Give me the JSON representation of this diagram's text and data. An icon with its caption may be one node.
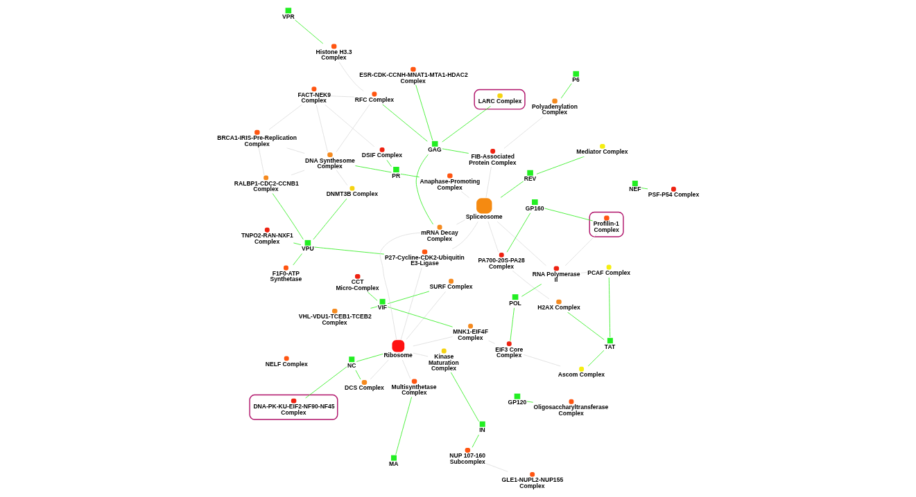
{
  "diagram": {
    "nodes": [
      {
        "text": [
          "VPU"
        ]
      },
      {
        "text": [
          "IN"
        ]
      },
      {
        "text": [
          "REV"
        ]
      },
      {
        "text": [
          "NC"
        ]
      },
      {
        "text": [
          "NEF"
        ]
      },
      {
        "text": [
          "GLE1-NUPL2-NUP155 Complex"
        ]
      },
      {
        "text": [
          "MA"
        ]
      },
      {
        "text": [
          "DNMT3B Complex"
        ]
      },
      {
        "text": [
          "Kinase Maturation Complex"
        ]
      },
      {
        "text": [
          "Multisynthetase Complex"
        ]
      },
      {
        "text": [
          "NELF Complex"
        ]
      },
      {
        "text": [
          "PSF-P54 Complex"
        ]
      },
      {
        "text": [
          "TNPO2-RAN-NXF1 Complex"
        ]
      },
      {
        "text": [],
        "shape": "box"
      },
      {
        "text": [
          "DNA-PK-KU-EIF2-NF90-NF45 Complex"
        ],
        "in": 13
      },
      {
        "text": [
          "NUP 107-160 Subcomplex"
        ]
      },
      {
        "text": [
          "P27-Cycline-CDK2-Ubiquitin E3-Ligase"
        ]
      },
      {
        "text": [
          "DCS Complex"
        ]
      },
      {
        "text": [
          "MNK1-EIF4F Complex"
        ]
      },
      {
        "text": [
          "F1F0-ATP Synthetase"
        ]
      },
      {
        "text": [
          "Anaphase-Promoting Complex"
        ]
      },
      {
        "text": [
          "Mediator Complex"
        ]
      },
      {
        "text": [
          "SURF Complex"
        ]
      },
      {
        "text": [
          "RALBP1-CDC2-CCNB1 Complex"
        ]
      },
      {
        "text": [
          "VIF"
        ]
      },
      {
        "text": [
          "PR"
        ]
      },
      {
        "text": [
          "DNA Synthesome Complex"
        ]
      },
      {
        "text": [
          "Ribosome"
        ]
      },
      {
        "text": [
          "Spliceosome"
        ]
      },
      {
        "text": [
          "ESR-CDK-CCNH-MNAT1-MTA1-HDAC2 Complex"
        ]
      },
      {
        "text": [
          "VHL-VDU1-TCEB1-TCEB2 Complex"
        ]
      },
      {
        "text": [
          "CCT Micro-Complex"
        ]
      },
      {
        "text": [
          "RNA Polymerase II"
        ]
      },
      {
        "text": [
          "DSIF Complex"
        ]
      },
      {
        "text": [
          "mRNA Decay Complex"
        ]
      },
      {
        "text": [
          "FIB-Associated Protein Complex"
        ]
      },
      {
        "text": [
          "BRCA1-IRIS-Pre-Replication Complex"
        ]
      },
      {
        "text": [],
        "shape": "box"
      },
      {
        "text": [
          "LARC Complex"
        ],
        "in": 37
      },
      {
        "text": [
          "EIF3 Core Complex"
        ]
      },
      {
        "text": [],
        "shape": "box"
      },
      {
        "text": [
          "Profilin-1 Complex"
        ],
        "in": 40
      },
      {
        "text": [
          "GP120"
        ]
      },
      {
        "text": [
          "RFC Complex"
        ]
      },
      {
        "text": [
          "PA700-20S-PA28 Complex"
        ]
      },
      {
        "text": [
          "H2AX Complex"
        ]
      },
      {
        "text": [
          "FACT-NEK9 Complex"
        ]
      },
      {
        "text": [
          "Ascom Complex"
        ]
      },
      {
        "text": [
          "Histone H3.3 Complex"
        ]
      },
      {
        "text": [
          "Polyadenylation Complex"
        ]
      },
      {
        "text": [
          "Oligosaccharyltransferase Complex"
        ]
      },
      {
        "text": [
          "POL"
        ]
      },
      {
        "text": [
          "PCAF Complex"
        ]
      },
      {
        "text": [
          "VPR"
        ]
      },
      {
        "text": [
          "GAG"
        ]
      },
      {
        "text": [
          "GP160"
        ]
      },
      {
        "text": [
          "TAT"
        ]
      },
      {
        "text": [
          "P6"
        ]
      }
    ],
    "edges": [
      {
        "from": 0,
        "to": 7,
        "arrow": "none",
        "color": "#33ee22"
      },
      {
        "from": 0,
        "to": 12,
        "arrow": "none",
        "color": "#33ee22"
      },
      {
        "from": 0,
        "to": 16,
        "arrow": "none",
        "color": "#33ee22"
      },
      {
        "from": 0,
        "to": 19,
        "arrow": "none",
        "color": "#33ee22"
      },
      {
        "from": 0,
        "to": 23,
        "arrow": "none",
        "color": "#33ee22"
      },
      {
        "from": 4,
        "to": 11,
        "arrow": "none",
        "color": "#33ee22"
      },
      {
        "from": 1,
        "to": 15,
        "arrow": "none",
        "color": "#33ee22"
      },
      {
        "from": 1,
        "to": 8,
        "arrow": "none",
        "color": "#33ee22"
      },
      {
        "from": 2,
        "to": 21,
        "arrow": "none",
        "color": "#33ee22"
      },
      {
        "from": 2,
        "to": 28,
        "arrow": "none",
        "color": "#33ee22"
      },
      {
        "from": 3,
        "to": 14,
        "arrow": "none",
        "color": "#33ee22"
      },
      {
        "from": 3,
        "to": 17,
        "arrow": "none",
        "color": "#33ee22"
      },
      {
        "from": 3,
        "to": 27,
        "arrow": "none",
        "color": "#33ee22"
      },
      {
        "from": 6,
        "to": 9,
        "arrow": "none",
        "color": "#33ee22"
      },
      {
        "from": 24,
        "to": 18,
        "arrow": "none",
        "color": "#33ee22"
      },
      {
        "from": 24,
        "to": 22,
        "arrow": "none",
        "color": "#33ee22"
      },
      {
        "from": 24,
        "to": 30,
        "arrow": "none",
        "color": "#33ee22"
      },
      {
        "from": 24,
        "to": 31,
        "arrow": "none",
        "color": "#33ee22"
      },
      {
        "from": 25,
        "to": 20,
        "arrow": "none",
        "color": "#33ee22"
      },
      {
        "from": 25,
        "to": 26,
        "arrow": "none",
        "color": "#33ee22"
      },
      {
        "from": 25,
        "to": 33,
        "arrow": "none",
        "color": "#33ee22"
      },
      {
        "from": 51,
        "to": 32,
        "arrow": "none",
        "color": "#33ee22"
      },
      {
        "from": 51,
        "to": 39,
        "arrow": "none",
        "color": "#33ee22"
      },
      {
        "from": 56,
        "to": 47,
        "arrow": "none",
        "color": "#33ee22"
      },
      {
        "from": 56,
        "to": 45,
        "arrow": "none",
        "color": "#33ee22"
      },
      {
        "from": 56,
        "to": 52,
        "arrow": "none",
        "color": "#33ee22"
      },
      {
        "from": 55,
        "to": 44,
        "arrow": "none",
        "color": "#33ee22"
      },
      {
        "from": 55,
        "to": 41,
        "arrow": "none",
        "color": "#33ee22"
      },
      {
        "from": 54,
        "to": 43,
        "arrow": "none",
        "color": "#33ee22"
      },
      {
        "from": 54,
        "to": 38,
        "arrow": "none",
        "color": "#33ee22"
      },
      {
        "from": 54,
        "to": 29,
        "arrow": "none",
        "color": "#33ee22"
      },
      {
        "from": 54,
        "to": 34,
        "arrow": "none",
        "color": "#33ee22"
      },
      {
        "from": 54,
        "to": 35,
        "arrow": "none",
        "color": "#33ee22"
      },
      {
        "from": 57,
        "to": 49,
        "arrow": "none",
        "color": "#33ee22"
      },
      {
        "from": 53,
        "to": 48,
        "arrow": "none",
        "color": "#33ee22"
      },
      {
        "from": 42,
        "to": 50,
        "arrow": "none",
        "color": "#33ee22"
      },
      {
        "from": 7,
        "to": 26,
        "arrow": "none",
        "color": "#dddddd"
      },
      {
        "from": 33,
        "to": 46,
        "arrow": "none",
        "color": "#dddddd"
      },
      {
        "from": 26,
        "to": 36,
        "arrow": "none",
        "color": "#dddddd"
      },
      {
        "from": 26,
        "to": 46,
        "arrow": "none",
        "color": "#dddddd"
      },
      {
        "from": 26,
        "to": 43,
        "arrow": "none",
        "color": "#dddddd"
      },
      {
        "from": 26,
        "to": 23,
        "arrow": "none",
        "color": "#dddddd"
      },
      {
        "from": 36,
        "to": 46,
        "arrow": "none",
        "color": "#dddddd"
      },
      {
        "from": 36,
        "to": 23,
        "arrow": "none",
        "color": "#dddddd"
      },
      {
        "from": 46,
        "to": 43,
        "arrow": "none",
        "color": "#dddddd"
      },
      {
        "from": 43,
        "to": 48,
        "arrow": "none",
        "color": "#dddddd"
      },
      {
        "from": 5,
        "to": 15,
        "arrow": "none",
        "color": "#dddddd"
      },
      {
        "from": 16,
        "to": 27,
        "arrow": "none",
        "color": "#dddddd"
      },
      {
        "from": 16,
        "to": 28,
        "arrow": "none",
        "color": "#dddddd"
      },
      {
        "from": 9,
        "to": 27,
        "arrow": "none",
        "color": "#dddddd"
      },
      {
        "from": 17,
        "to": 27,
        "arrow": "none",
        "color": "#dddddd"
      },
      {
        "from": 18,
        "to": 27,
        "arrow": "none",
        "color": "#dddddd"
      },
      {
        "from": 22,
        "to": 27,
        "arrow": "none",
        "color": "#dddddd"
      },
      {
        "from": 18,
        "to": 39,
        "arrow": "none",
        "color": "#dddddd"
      },
      {
        "from": 28,
        "to": 35,
        "arrow": "none",
        "color": "#dddddd"
      },
      {
        "from": 28,
        "to": 34,
        "arrow": "none",
        "color": "#dddddd"
      },
      {
        "from": 28,
        "to": 44,
        "arrow": "none",
        "color": "#dddddd"
      },
      {
        "from": 28,
        "to": 32,
        "arrow": "none",
        "color": "#dddddd"
      },
      {
        "from": 32,
        "to": 41,
        "arrow": "none",
        "color": "#dddddd"
      },
      {
        "from": 44,
        "to": 45,
        "arrow": "none",
        "color": "#dddddd"
      },
      {
        "from": 32,
        "to": 52,
        "arrow": "none",
        "color": "#dddddd"
      },
      {
        "from": 47,
        "to": 39,
        "arrow": "none",
        "color": "#dddddd"
      },
      {
        "from": 49,
        "to": 35,
        "arrow": "none",
        "color": "#dddddd"
      },
      {
        "from": 34,
        "to": 27,
        "arrow": "none",
        "color": "#dddddd"
      },
      {
        "from": 20,
        "to": 28,
        "arrow": "none",
        "color": "#dddddd"
      },
      {
        "from": 8,
        "to": 27,
        "arrow": "none",
        "color": "#dddddd"
      }
    ]
  }
}
